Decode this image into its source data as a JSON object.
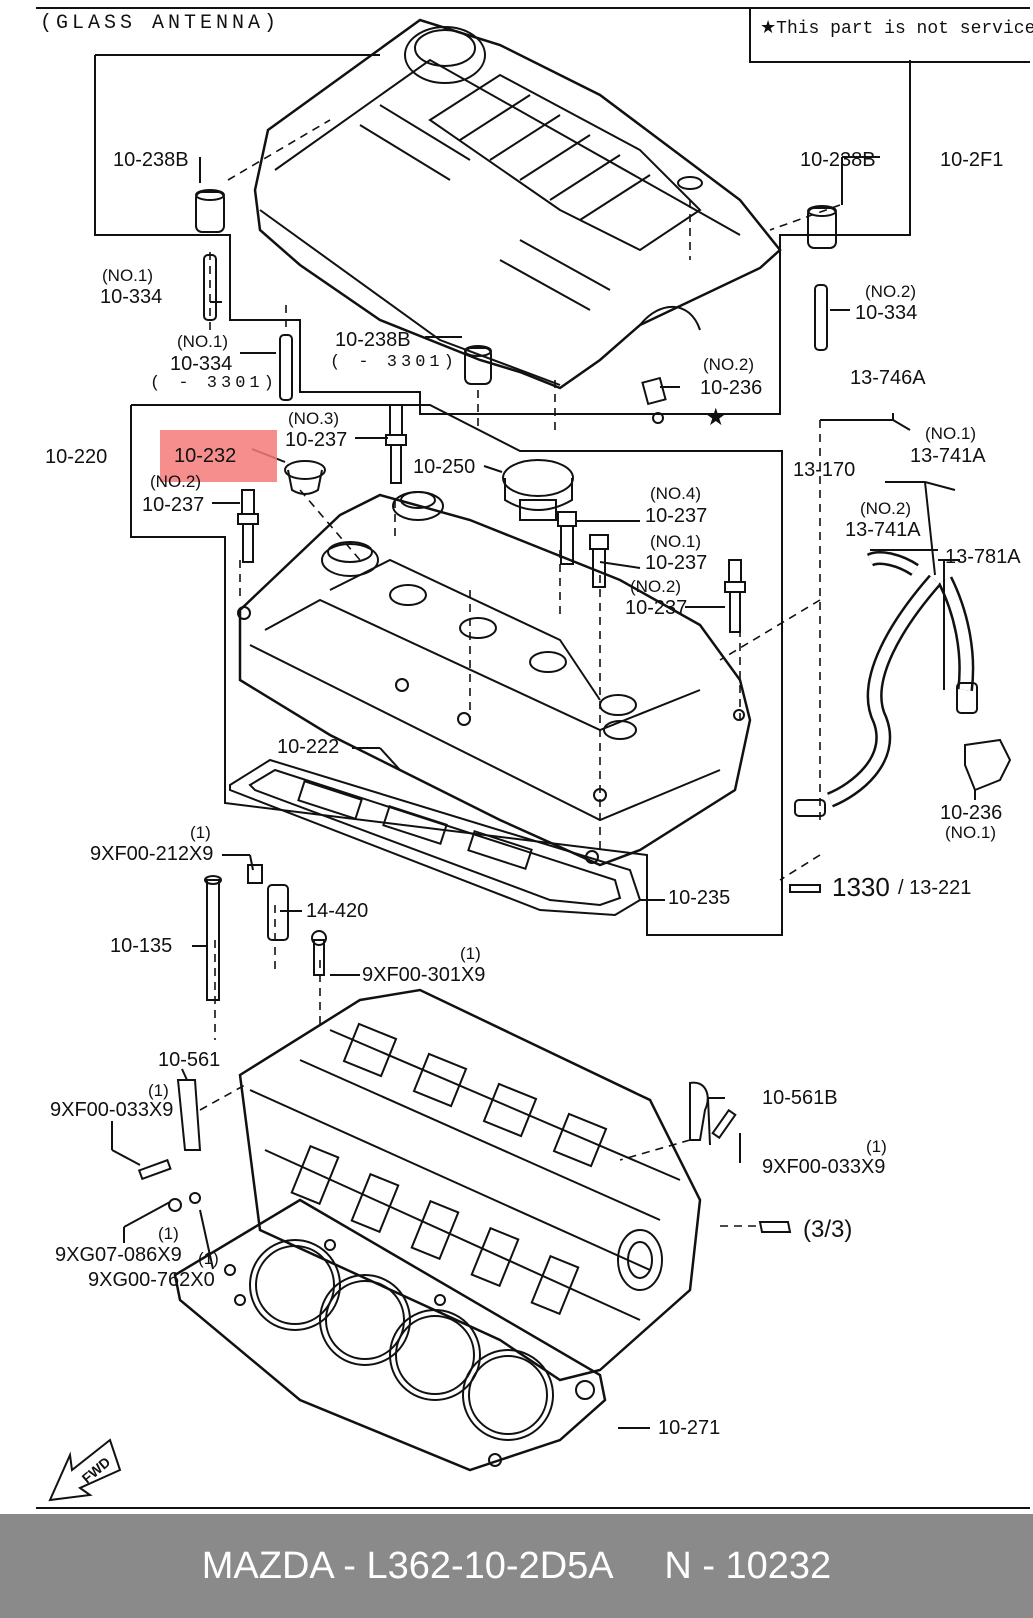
{
  "title": "(GLASS ANTENNA)",
  "note": "★This part is not serviced.",
  "labels": {
    "p10_238b_l": "10-238B",
    "p10_238b_r": "10-238B",
    "p10_2f1": "10-2F1",
    "p10_334_no1_tag": "(NO.1)",
    "p10_334_no1": "10-334",
    "p10_334_no2_tag": "(NO.2)",
    "p10_334_no2": "10-334",
    "p10_334_no1b_tag": "(NO.1)",
    "p10_334_no1b": "10-334",
    "p3301_a": "( - 3301)",
    "p10_238b_c": "10-238B",
    "p3301_b": "( - 3301)",
    "p10_236_no2_tag": "(NO.2)",
    "p10_236_no2": "10-236",
    "p13_746a": "13-746A",
    "p10_220": "10-220",
    "p10_237_no3_tag": "(NO.3)",
    "p10_237_no3": "10-237",
    "p10_232": "10-232",
    "p10_237_no2a_tag": "(NO.2)",
    "p10_237_no2a": "10-237",
    "p10_250": "10-250",
    "p13_170": "13-170",
    "p13_741a_no1_tag": "(NO.1)",
    "p13_741a_no1": "13-741A",
    "p10_237_no4_tag": "(NO.4)",
    "p10_237_no4": "10-237",
    "p13_741a_no2_tag": "(NO.2)",
    "p13_741a_no2": "13-741A",
    "p10_237_no1_tag": "(NO.1)",
    "p10_237_no1": "10-237",
    "p13_781a": "13-781A",
    "p10_237_no2b_tag": "(NO.2)",
    "p10_237_no2b": "10-237",
    "p10_222": "10-222",
    "p10_236_no1": "10-236",
    "p10_236_no1_tag": "(NO.1)",
    "p9xf00_212_tag": "(1)",
    "p9xf00_212": "9XF00-212X9",
    "p1330": "1330",
    "p13_221": "/ 13-221",
    "p10_235": "10-235",
    "p14_420": "14-420",
    "p10_135": "10-135",
    "p9xf00_301_tag": "(1)",
    "p9xf00_301": "9XF00-301X9",
    "p10_561": "10-561",
    "p10_561b": "10-561B",
    "p9xf00_033l_tag": "(1)",
    "p9xf00_033l": "9XF00-033X9",
    "p9xf00_033r_tag": "(1)",
    "p9xf00_033r": "9XF00-033X9",
    "p3_3": "(3/3)",
    "p9xg07_tag": "(1)",
    "p9xg07": "9XG07-086X9",
    "p9xg00_tag": "(1)",
    "p9xg00": "9XG00-762X0",
    "p10_271": "10-271",
    "fwd": "FWD"
  },
  "footer": {
    "text": "MAZDA - L362-10-2D5A     N - 10232"
  },
  "colors": {
    "highlight": "#f47a7a",
    "footer_bg": "#8a8a8a",
    "ink": "#111111"
  }
}
